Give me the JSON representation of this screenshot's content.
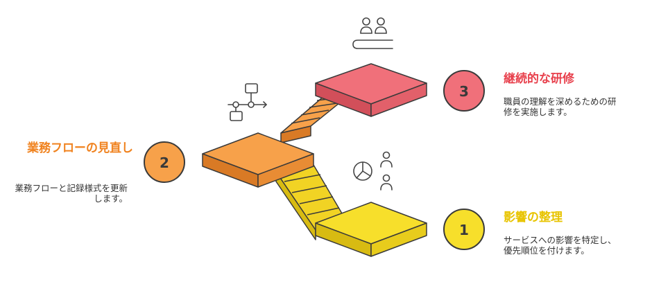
{
  "colors": {
    "step1": "#f7df2b",
    "step1_dark": "#d8bb12",
    "step2": "#f7a14a",
    "step2_dark": "#d97a25",
    "step3": "#f0707a",
    "step3_dark": "#d24f5a",
    "outline": "#3a3a3a",
    "title1": "#e8c400",
    "title2": "#f0821e",
    "title3": "#e8414d"
  },
  "steps": [
    {
      "number": "1",
      "title": "影響の整理",
      "description": "サービスへの影響を特定し、優先順位を付けます。",
      "icon": "pie-chart-people-icon"
    },
    {
      "number": "2",
      "title": "業務フローの見直し",
      "description": "業務フローと記録様式を更新します。",
      "icon": "flowchart-icon"
    },
    {
      "number": "3",
      "title": "継続的な研修",
      "description": "職員の理解を深めるための研修を実施します。",
      "icon": "training-people-icon"
    }
  ]
}
